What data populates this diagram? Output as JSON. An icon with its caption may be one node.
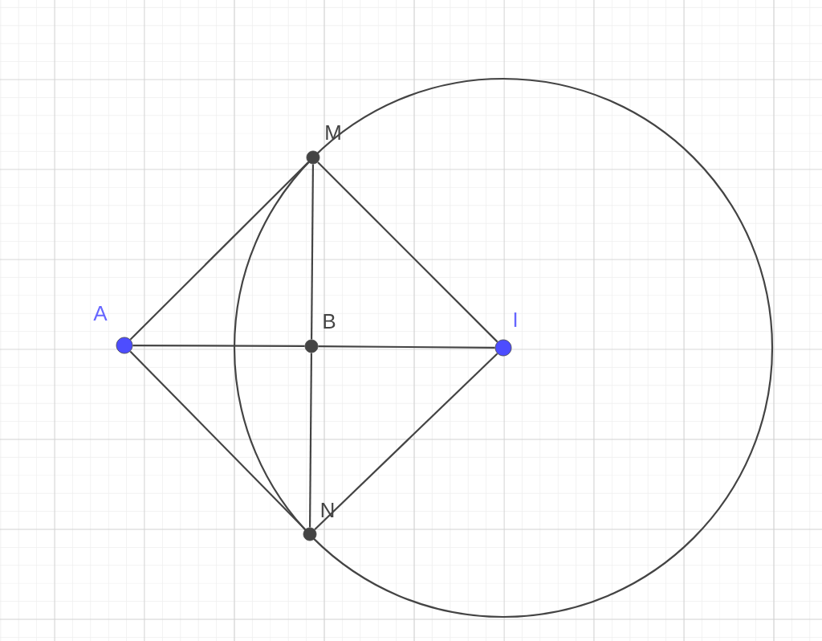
{
  "diagram": {
    "nodes": [
      {
        "text": [
          "M"
        ]
      },
      {
        "text": [
          "A"
        ]
      },
      {
        "text": [
          "B"
        ]
      },
      {
        "text": [
          "I"
        ]
      },
      {
        "text": [
          "N"
        ]
      }
    ],
    "edges": [
      {
        "from": 1,
        "to": 0,
        "arrow": "none"
      },
      {
        "from": 0,
        "to": 3,
        "arrow": "none"
      },
      {
        "from": 3,
        "to": 4,
        "arrow": "none"
      },
      {
        "from": 4,
        "to": 1,
        "arrow": "none"
      },
      {
        "from": 1,
        "to": 2,
        "arrow": "none"
      },
      {
        "from": 2,
        "to": 3,
        "arrow": "none"
      },
      {
        "from": 0,
        "to": 2,
        "arrow": "none"
      },
      {
        "from": 2,
        "to": 4,
        "arrow": "none"
      }
    ]
  }
}
